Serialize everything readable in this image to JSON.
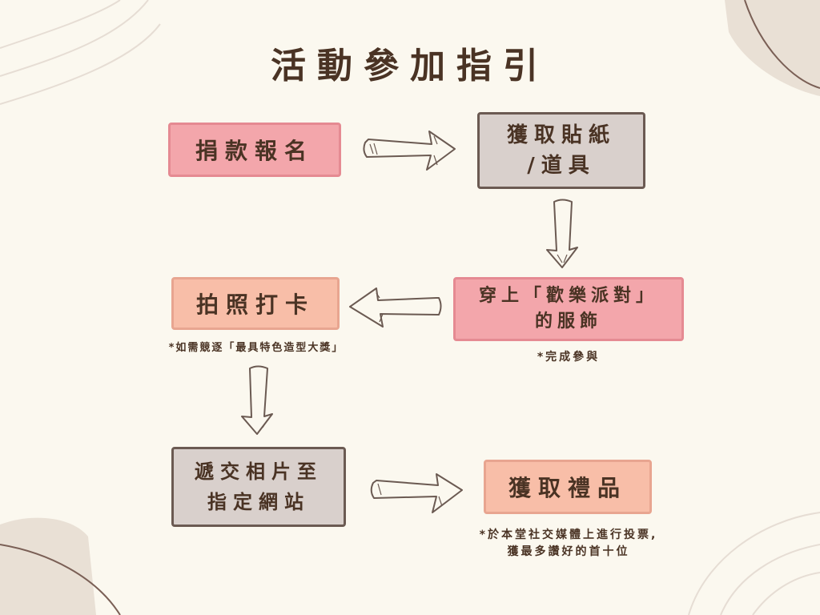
{
  "title": "活動參加指引",
  "steps": {
    "donate": "捐款報名",
    "get_sticker_line1": "獲取貼紙",
    "get_sticker_line2": "/道具",
    "wear_line1": "穿上「歡樂派對」",
    "wear_line2": "的服飾",
    "photo": "拍照打卡",
    "submit_line1": "遞交相片至",
    "submit_line2": "指定網站",
    "prize": "獲取禮品"
  },
  "notes": {
    "complete": "*完成參與",
    "contest": "*如需競逐「最具特色造型大獎」",
    "vote_line1": "*於本堂社交媒體上進行投票,",
    "vote_line2": "獲最多讚好的首十位"
  },
  "colors": {
    "background": "#fbf8ef",
    "pink": "#f3a6ab",
    "gray": "#d9d0cc",
    "salmon": "#f8bea8",
    "text": "#4a3324"
  }
}
